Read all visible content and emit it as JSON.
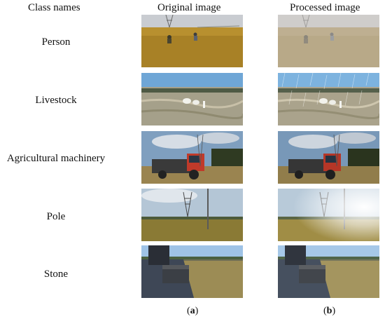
{
  "headers": {
    "class_names": "Class names",
    "original": "Original image",
    "processed": "Processed image"
  },
  "classes": [
    "Person",
    "Livestock",
    "Agricultural machinery",
    "Pole",
    "Stone"
  ],
  "captions": {
    "a": "a",
    "b": "b"
  }
}
